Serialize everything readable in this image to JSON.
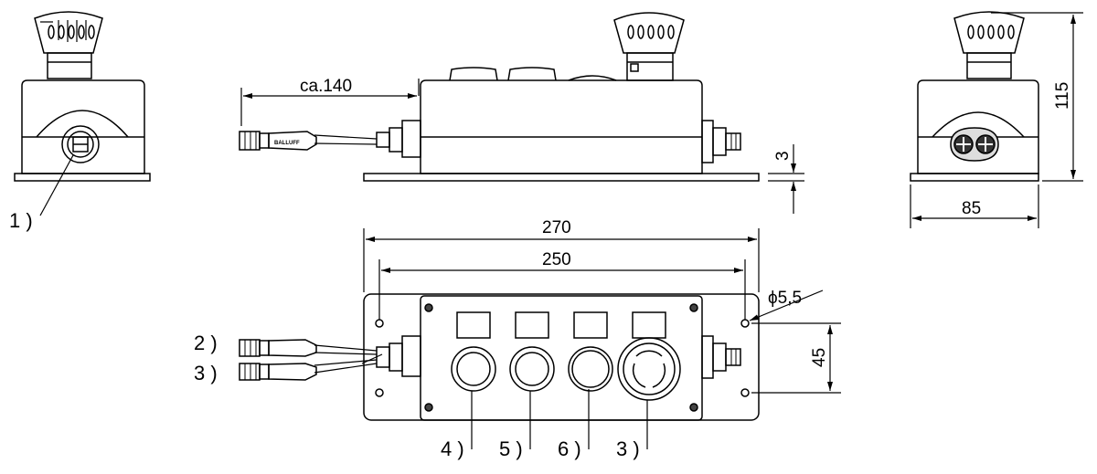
{
  "dimensions": {
    "cable_length": "ca.140",
    "plate_thickness": "3",
    "height": "115",
    "width": "85",
    "length_total": "270",
    "length_holes": "250",
    "hole_diameter": "ϕ5,5",
    "hole_spacing": "45"
  },
  "callouts": {
    "c1": "1 )",
    "c2": "2 )",
    "c3": "3 )",
    "c4": "4 )",
    "c5": "5 )",
    "c6": "6 )",
    "c3b": "3 )"
  },
  "logo_text": "BALLUFF"
}
